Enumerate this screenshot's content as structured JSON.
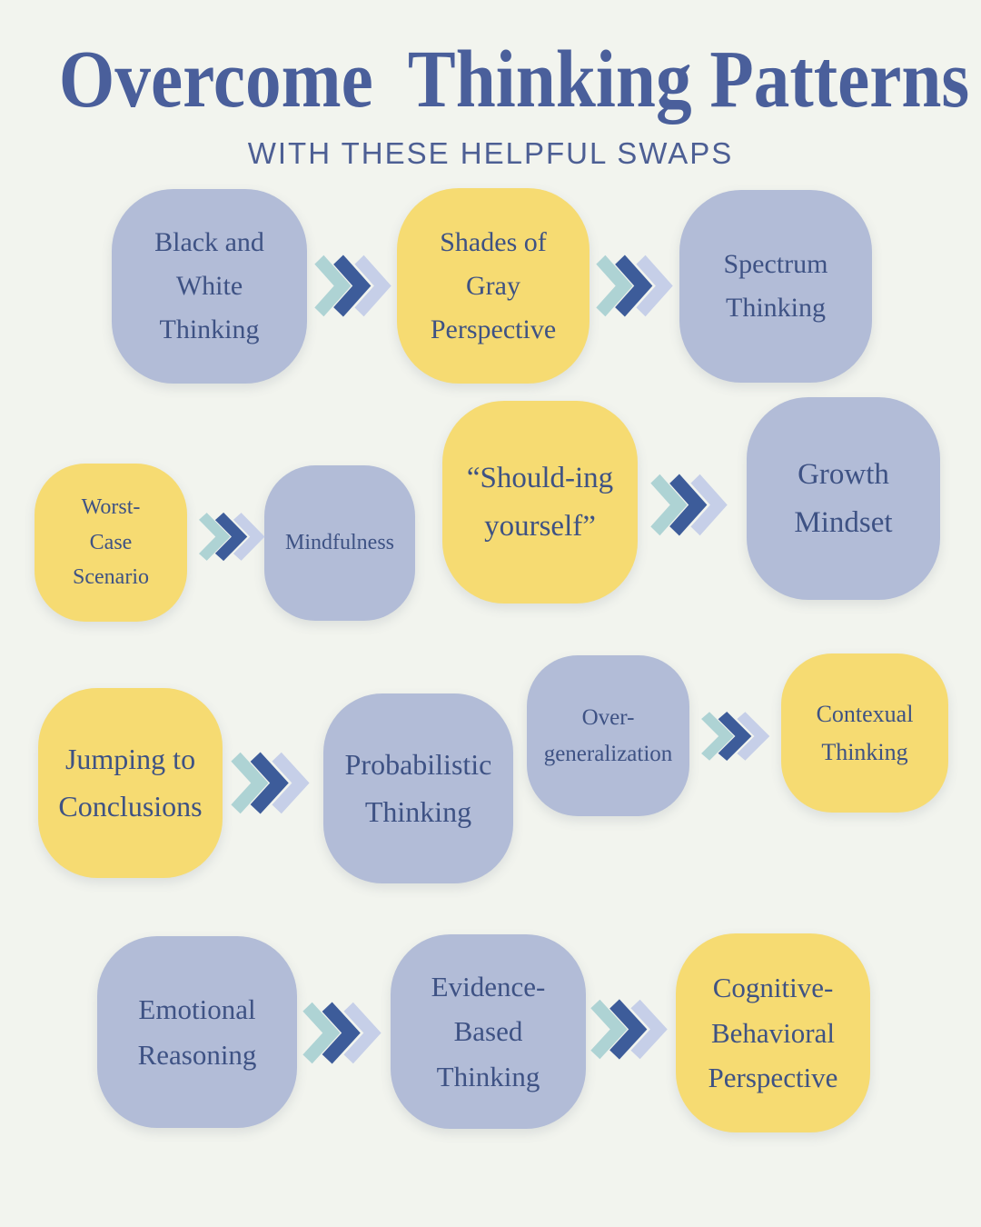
{
  "title": "Overcome  Thinking Patterns",
  "subtitle": "WITH THESE HELPFUL SWAPS",
  "colors": {
    "background": "#f2f4ee",
    "title_text": "#4a5f9b",
    "subtitle_text": "#4d5f94",
    "box_text": "#3e5284",
    "blue_box": "#b2bcd7",
    "yellow_box": "#f6db72",
    "chevron_teal": "#aed3d4",
    "chevron_dark_blue": "#3d5c9a",
    "chevron_periwinkle": "#c6cfe8"
  },
  "boxes": [
    {
      "id": "black-and-white-thinking",
      "color": "blue",
      "label": "Black and White Thinking",
      "lines": [
        "Black and",
        "White",
        "Thinking"
      ]
    },
    {
      "id": "shades-of-gray-perspective",
      "color": "yellow",
      "label": "Shades of Gray Perspective",
      "lines": [
        "Shades of",
        "Gray",
        "Perspective"
      ]
    },
    {
      "id": "spectrum-thinking",
      "color": "blue",
      "label": "Spectrum Thinking",
      "lines": [
        "Spectrum",
        "Thinking"
      ]
    },
    {
      "id": "worst-case-scenario",
      "color": "yellow",
      "label": "Worst-Case Scenario",
      "lines": [
        "Worst-",
        "Case",
        "Scenario"
      ]
    },
    {
      "id": "mindfulness",
      "color": "blue",
      "label": "Mindfulness",
      "lines": [
        "Mindfulness"
      ]
    },
    {
      "id": "should-ing-yourself",
      "color": "yellow",
      "label": "“Should-ing yourself”",
      "lines": [
        "“Should-ing",
        "yourself”"
      ]
    },
    {
      "id": "growth-mindset",
      "color": "blue",
      "label": "Growth Mindset",
      "lines": [
        "Growth",
        "Mindset"
      ]
    },
    {
      "id": "jumping-to-conclusions",
      "color": "yellow",
      "label": "Jumping to Conclusions",
      "lines": [
        "Jumping to",
        "Conclusions"
      ]
    },
    {
      "id": "probabilistic-thinking",
      "color": "blue",
      "label": "Probabilistic Thinking",
      "lines": [
        "Probabilistic",
        "Thinking"
      ]
    },
    {
      "id": "over-generalization",
      "color": "blue",
      "label": "Over-generalization",
      "lines": [
        "Over-",
        "generalization"
      ]
    },
    {
      "id": "contexual-thinking",
      "color": "yellow",
      "label": "Contexual Thinking",
      "lines": [
        "Contexual",
        "Thinking"
      ]
    },
    {
      "id": "emotional-reasoning",
      "color": "blue",
      "label": "Emotional Reasoning",
      "lines": [
        "Emotional",
        "Reasoning"
      ]
    },
    {
      "id": "evidence-based-thinking",
      "color": "blue",
      "label": "Evidence-Based Thinking",
      "lines": [
        "Evidence-",
        "Based",
        "Thinking"
      ]
    },
    {
      "id": "cognitive-behavioral-perspective",
      "color": "yellow",
      "label": "Cognitive-Behavioral Perspective",
      "lines": [
        "Cognitive-",
        "Behavioral",
        "Perspective"
      ]
    }
  ],
  "arrows": [
    {
      "id": "arrow-1"
    },
    {
      "id": "arrow-2"
    },
    {
      "id": "arrow-3"
    },
    {
      "id": "arrow-4"
    },
    {
      "id": "arrow-5"
    },
    {
      "id": "arrow-6"
    },
    {
      "id": "arrow-7"
    },
    {
      "id": "arrow-8"
    }
  ],
  "swaps": [
    {
      "pattern": "Black and White Thinking",
      "swap": "Shades of Gray Perspective",
      "result": "Spectrum Thinking"
    },
    {
      "pattern": "Worst-Case Scenario",
      "swap": "Mindfulness"
    },
    {
      "pattern": "“Should-ing yourself”",
      "swap": "Growth Mindset"
    },
    {
      "pattern": "Jumping to Conclusions",
      "swap": "Probabilistic Thinking"
    },
    {
      "pattern": "Over-generalization",
      "swap": "Contexual Thinking"
    },
    {
      "pattern": "Emotional Reasoning",
      "swap": "Evidence-Based Thinking",
      "result": "Cognitive-Behavioral Perspective"
    }
  ]
}
